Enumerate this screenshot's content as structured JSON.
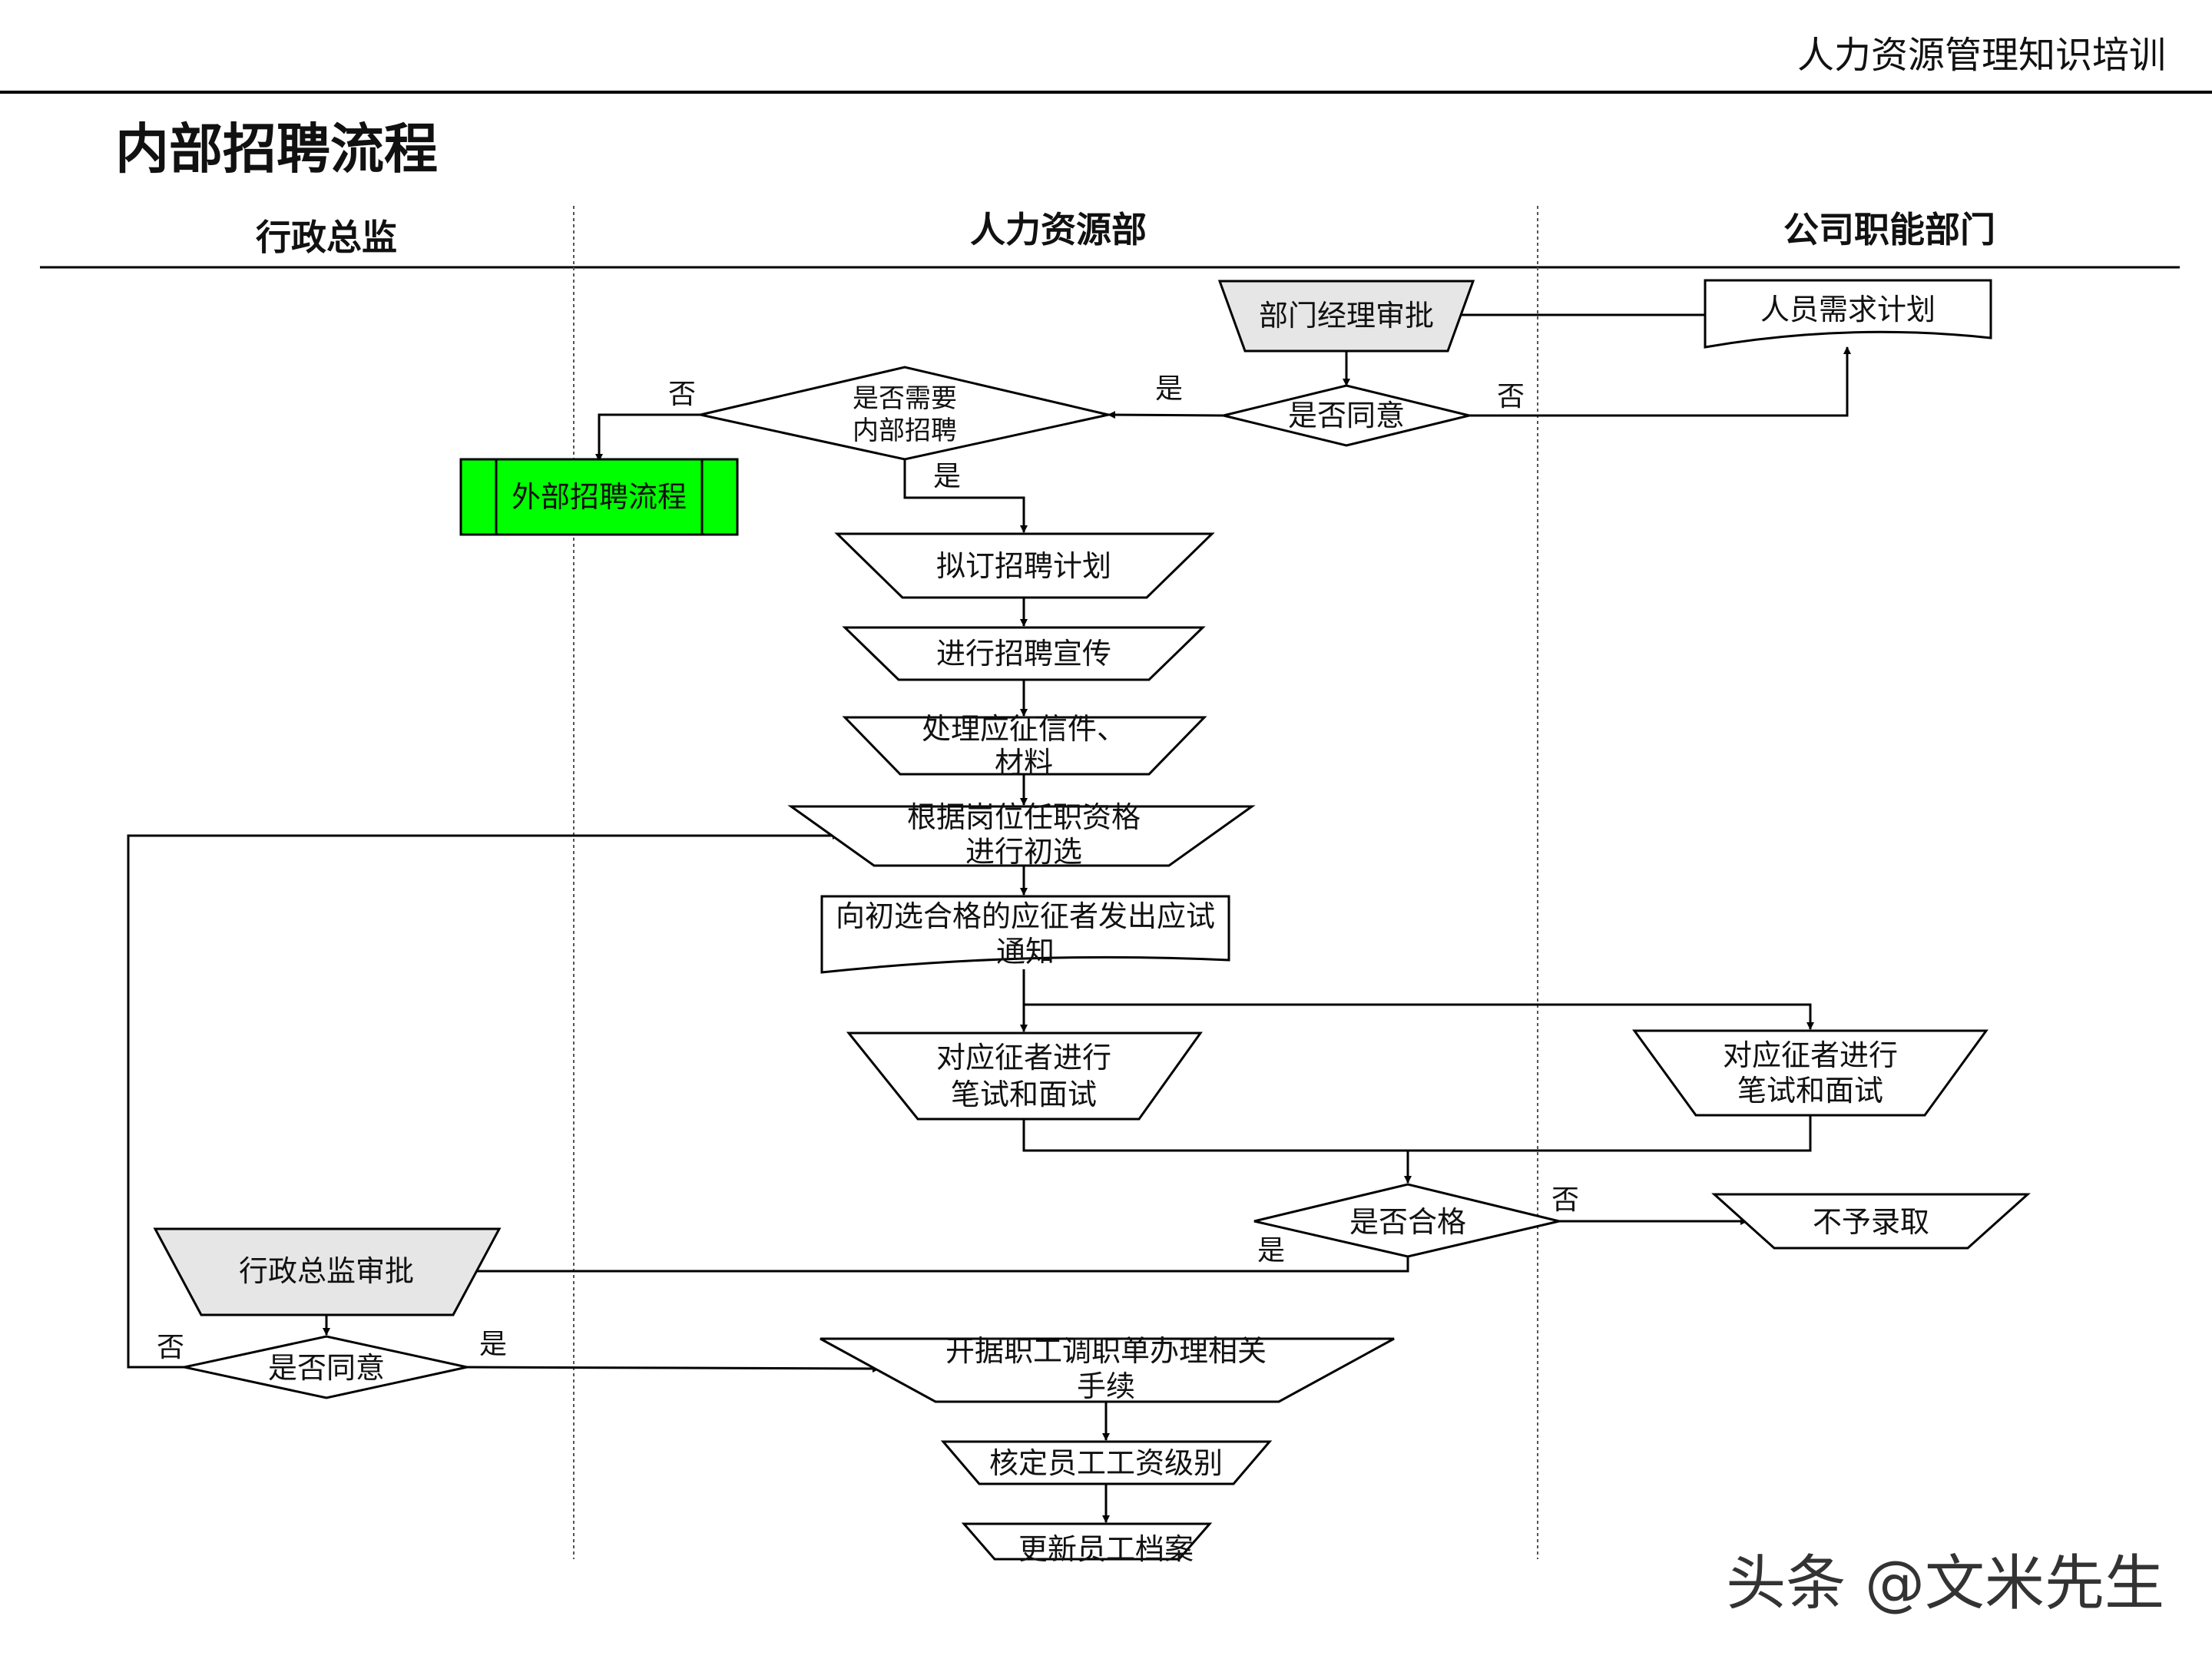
{
  "header": {
    "course_title": "人力资源管理知识培训",
    "page_title": "内部招聘流程"
  },
  "lanes": {
    "admin_director": "行政总监",
    "hr_department": "人力资源部",
    "functional_departments": "公司职能部门"
  },
  "nodes": {
    "staff_demand_plan": "人员需求计划",
    "dept_manager_approval": "部门经理审批",
    "agree_decision_1": "是否同意",
    "need_internal_recruit": [
      "是否需要",
      "内部招聘"
    ],
    "external_recruit_process": "外部招聘流程",
    "draft_recruit_plan": "拟订招聘计划",
    "recruit_publicity": "进行招聘宣传",
    "process_letters": [
      "处理应征信件、",
      "材料"
    ],
    "initial_screening": [
      "根据岗位任职资格",
      "进行初选"
    ],
    "send_interview_notice": [
      "向初选合格的应征者发出应试",
      "通知"
    ],
    "hr_exam_interview": [
      "对应征者进行",
      "笔试和面试"
    ],
    "dept_exam_interview": [
      "对应征者进行",
      "笔试和面试"
    ],
    "qualified_decision": "是否合格",
    "not_hired": "不予录取",
    "director_approval": "行政总监审批",
    "agree_decision_2": "是否同意",
    "transfer_order": [
      "开据职工调职单办理相关",
      "手续"
    ],
    "determine_salary": "核定员工工资级别",
    "update_records": "更新员工档案"
  },
  "labels": {
    "yes": "是",
    "no": "否"
  },
  "watermark": "头条 @文米先生"
}
